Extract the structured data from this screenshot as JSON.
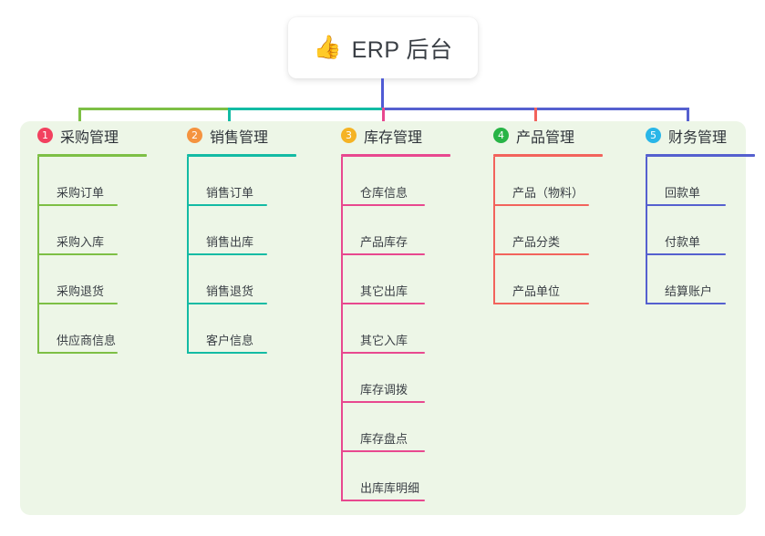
{
  "root": {
    "icon": "thumbs-up-icon",
    "icon_glyph": "👍",
    "title": "ERP 后台"
  },
  "panel": {
    "background_color": "#edf6e7"
  },
  "connector": {
    "segments": [
      {
        "name": "root-stem",
        "color": "#4f5bd5"
      },
      {
        "name": "bus-green",
        "color": "#7dbf45"
      },
      {
        "name": "bus-teal",
        "color": "#13bba4"
      },
      {
        "name": "bus-indigo",
        "color": "#5560cf"
      },
      {
        "name": "drop-1",
        "color": "#7dbf45"
      },
      {
        "name": "drop-2",
        "color": "#13bba4"
      },
      {
        "name": "drop-3",
        "color": "#e8488f"
      },
      {
        "name": "drop-4",
        "color": "#f2635c"
      },
      {
        "name": "drop-5",
        "color": "#5560cf"
      }
    ]
  },
  "columns": [
    {
      "index": "1",
      "badge_color": "#f2415f",
      "accent_color": "#7dbf45",
      "title": "采购管理",
      "rule_width": 120,
      "leaf_rule_width": 88,
      "items": [
        {
          "label": "采购订单"
        },
        {
          "label": "采购入库"
        },
        {
          "label": "采购退货"
        },
        {
          "label": "供应商信息"
        }
      ]
    },
    {
      "index": "2",
      "badge_color": "#f5933f",
      "accent_color": "#13bba4",
      "title": "销售管理",
      "rule_width": 120,
      "leaf_rule_width": 88,
      "items": [
        {
          "label": "销售订单"
        },
        {
          "label": "销售出库"
        },
        {
          "label": "销售退货"
        },
        {
          "label": "客户信息"
        }
      ]
    },
    {
      "index": "3",
      "badge_color": "#f5b324",
      "accent_color": "#e8488f",
      "title": "库存管理",
      "rule_width": 120,
      "leaf_rule_width": 92,
      "items": [
        {
          "label": "仓库信息"
        },
        {
          "label": "产品库存"
        },
        {
          "label": "其它出库"
        },
        {
          "label": "其它入库"
        },
        {
          "label": "库存调拨"
        },
        {
          "label": "库存盘点"
        },
        {
          "label": "出库库明细"
        }
      ]
    },
    {
      "index": "4",
      "badge_color": "#28b446",
      "accent_color": "#f2635c",
      "title": "产品管理",
      "rule_width": 120,
      "leaf_rule_width": 105,
      "items": [
        {
          "label": "产品（物料）"
        },
        {
          "label": "产品分类"
        },
        {
          "label": "产品单位"
        }
      ]
    },
    {
      "index": "5",
      "badge_color": "#29b6e8",
      "accent_color": "#5560cf",
      "title": "财务管理",
      "rule_width": 120,
      "leaf_rule_width": 88,
      "items": [
        {
          "label": "回款单"
        },
        {
          "label": "付款单"
        },
        {
          "label": "结算账户"
        }
      ]
    }
  ]
}
